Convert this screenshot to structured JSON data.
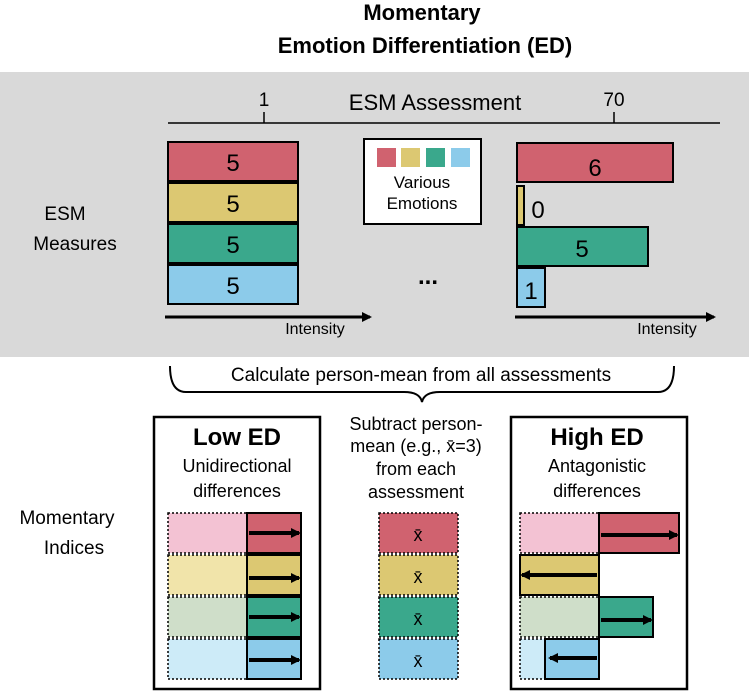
{
  "title": {
    "line1": "Momentary",
    "line2": "Emotion Differentiation (ED)"
  },
  "colors": {
    "red": "#d0626f",
    "yellow": "#dcc872",
    "green": "#3aa88c",
    "blue": "#8ccbea",
    "pink_light": "#f3c2d3",
    "yellow_light": "#f1e4aa",
    "green_light": "#cfdec9",
    "blue_light": "#cdebf8",
    "gray_panel": "#d9d9d9"
  },
  "assessment": {
    "header": "ESM Assessment",
    "tick_first": "1",
    "tick_last": "70",
    "row_label_line1": "ESM",
    "row_label_line2": "Measures",
    "first_values": [
      "5",
      "5",
      "5",
      "5"
    ],
    "last_values": [
      "6",
      "0",
      "5",
      "1"
    ],
    "ellipsis": "...",
    "axis_label_left": "Intensity",
    "axis_label_right": "Intensity"
  },
  "legend": {
    "line1": "Various",
    "line2": "Emotions"
  },
  "calc": {
    "brace_text": "Calculate person-mean from all assessments"
  },
  "indices": {
    "row_label_line1": "Momentary",
    "row_label_line2": "Indices",
    "low": {
      "title": "Low ED",
      "sub1": "Unidirectional",
      "sub2": "differences"
    },
    "high": {
      "title": "High ED",
      "sub1": "Antagonistic",
      "sub2": "differences"
    },
    "middle": {
      "line1": "Subtract person-",
      "line2": "mean (e.g., x̄=3)",
      "line3": "from each",
      "line4": "assessment",
      "mean_symbol": "x̄"
    }
  }
}
